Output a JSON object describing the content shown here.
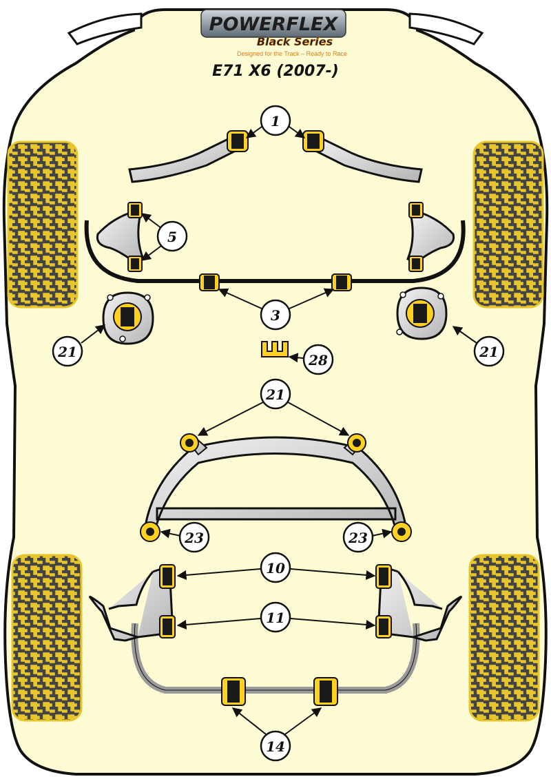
{
  "brand": {
    "name": "POWERFLEX",
    "series": "Black Series",
    "tagline": "Designed for the Track – Ready to Race"
  },
  "vehicle_title": "E71 X6 (2007-)",
  "callouts": {
    "c1": "1",
    "c5": "5",
    "c3": "3",
    "c21_left": "21",
    "c21_right": "21",
    "c28": "28",
    "c21_center": "21",
    "c23_left": "23",
    "c23_right": "23",
    "c10": "10",
    "c11": "11",
    "c14": "14"
  },
  "colors": {
    "body_fill": "#fdfbd3",
    "outline": "#111111",
    "bushing_yellow": "#ffd21f",
    "bushing_black": "#1a1a1a",
    "metal_light": "#e6e6e6",
    "metal_dark": "#9a9a9a",
    "tyre_base": "#e8c62b",
    "tyre_tread": "#4a4a4a",
    "logo_orange": "#f08a1c"
  }
}
